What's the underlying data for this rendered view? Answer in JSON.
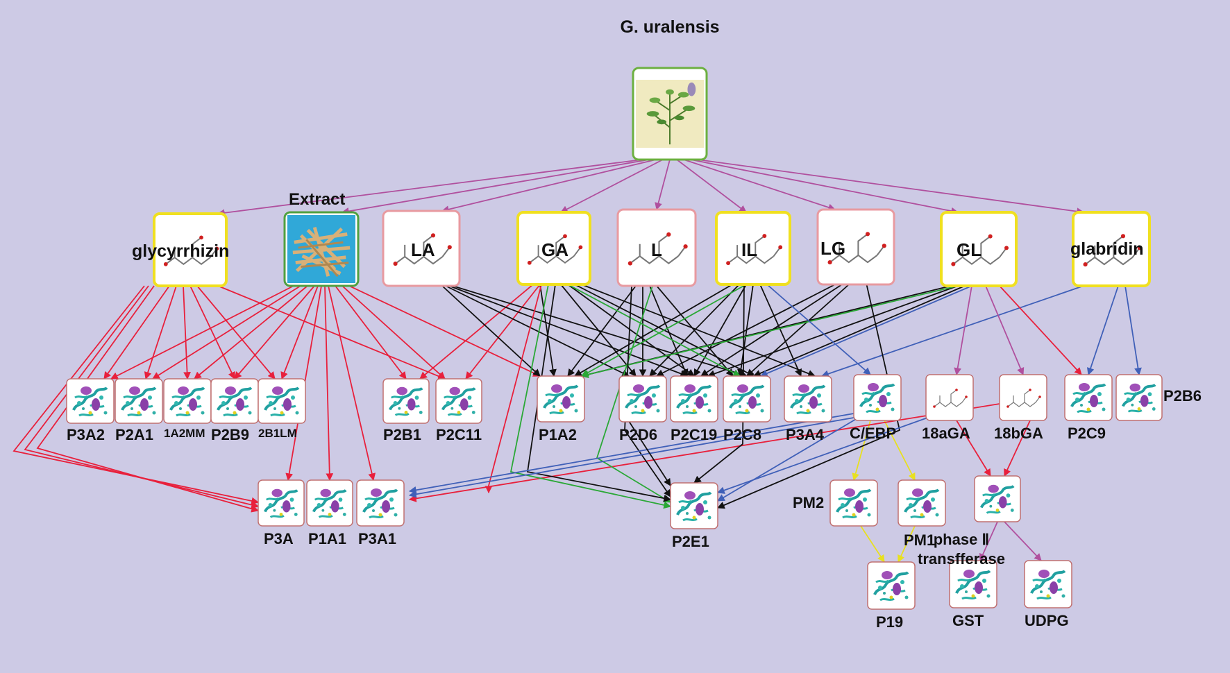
{
  "root": {
    "label": "G. uralensis"
  },
  "sources": {
    "glycyrrhizin": "glycyrrhizin",
    "extract": "Extract",
    "la": "LA",
    "ga": "GA",
    "l": "L",
    "il": "IL",
    "lg": "LG",
    "gl": "GL",
    "glabridin": "glabridin"
  },
  "enzymes": {
    "p3a2": "P3A2",
    "p2a1": "P2A1",
    "p1a2mm": "1A2MM",
    "p2b9": "P2B9",
    "p2b1lm": "2B1LM",
    "p2b1": "P2B1",
    "p2c11": "P2C11",
    "p1a2": "P1A2",
    "p2d6": "P2D6",
    "p2c19": "P2C19",
    "p2c8": "P2C8",
    "p3a4": "P3A4",
    "cebp": "C/EBP",
    "ga18a": "18aGA",
    "ga18b": "18bGA",
    "p2c9": "P2C9",
    "p2b6": "P2B6",
    "p3a": "P3A",
    "p1a1": "P1A1",
    "p3a1": "P3A1",
    "p2e1": "P2E1",
    "pm2": "PM2",
    "pm1": "PM1",
    "phase2": "phase Ⅱ transfferase",
    "p19": "P19",
    "gst": "GST",
    "udpg": "UDPG"
  },
  "colors": {
    "background": "#cdcae5",
    "magenta": "#b0509e",
    "red": "#e8203c",
    "black": "#111111",
    "green": "#2aa836",
    "blue": "#4060b8",
    "yellow": "#e8e020",
    "yellow_border": "#f0e020",
    "pink_border": "#e89aa0",
    "green_border": "#6cb040"
  }
}
